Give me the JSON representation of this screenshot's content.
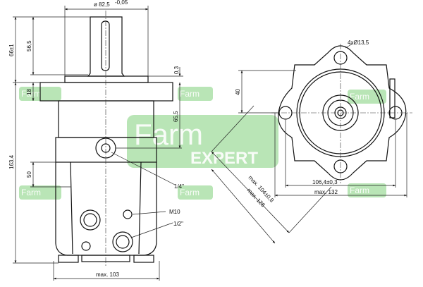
{
  "watermark": {
    "brand_top": "Farm",
    "brand_bottom": "EXPERT",
    "color": "#7fd07a"
  },
  "side_view": {
    "dim_diameter": "ø 82,5",
    "dim_diameter_tol": "-0,05",
    "dim_66": "66±1",
    "dim_56": "56,5",
    "dim_03": "0,3",
    "dim_18": "18",
    "dim_65": "65,5",
    "dim_163": "163,4",
    "dim_50": "50",
    "port_quarter": "1/4\"",
    "port_m10": "M10",
    "port_half": "1/2\"",
    "dim_max103": "max. 103"
  },
  "front_view": {
    "holes": "4xØ13,5",
    "dim_40": "40",
    "dim_106": "106,4±0,3",
    "dim_max132": "max. 132",
    "dim_diag104": "max. 104±0,8",
    "dim_diag128": "max. 128"
  }
}
